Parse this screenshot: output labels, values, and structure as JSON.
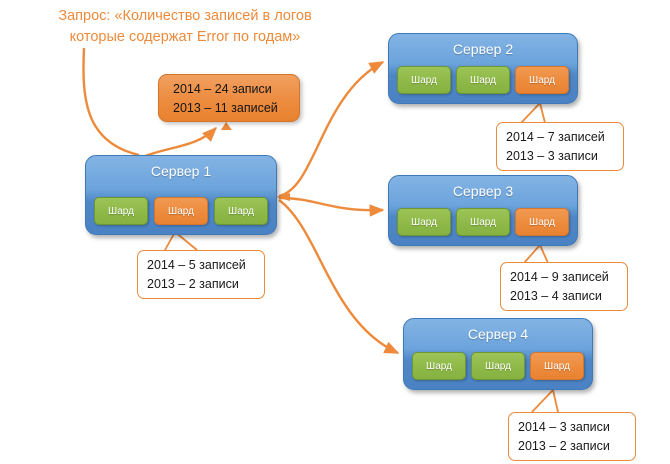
{
  "query": {
    "text": "Запрос: «Количество записей в логов\nкоторые содержат Error по годам»"
  },
  "result": {
    "line1": "2014 – 24 записи",
    "line2": "2013 – 11 записей"
  },
  "shard_label": "Шард",
  "servers": [
    {
      "title": "Сервер 1",
      "shards": [
        "green",
        "orange",
        "green"
      ],
      "callout": {
        "line1": "2014 – 5 записей",
        "line2": "2013 – 2 записи"
      }
    },
    {
      "title": "Сервер 2",
      "shards": [
        "green",
        "green",
        "orange"
      ],
      "callout": {
        "line1": "2014 – 7 записей",
        "line2": "2013 – 3 записи"
      }
    },
    {
      "title": "Сервер 3",
      "shards": [
        "green",
        "green",
        "orange"
      ],
      "callout": {
        "line1": "2014 – 9 записей",
        "line2": "2013 – 4 записи"
      }
    },
    {
      "title": "Сервер 4",
      "shards": [
        "green",
        "green",
        "orange"
      ],
      "callout": {
        "line1": "2014 – 3 записи",
        "line2": "2013 – 2 записи"
      }
    }
  ],
  "colors": {
    "accent_orange": "#ED8A3B",
    "shard_green": "#8EB948",
    "shard_orange": "#ED8B3C",
    "server_blue": "#4E86C6",
    "background": "#FFFFFF"
  }
}
